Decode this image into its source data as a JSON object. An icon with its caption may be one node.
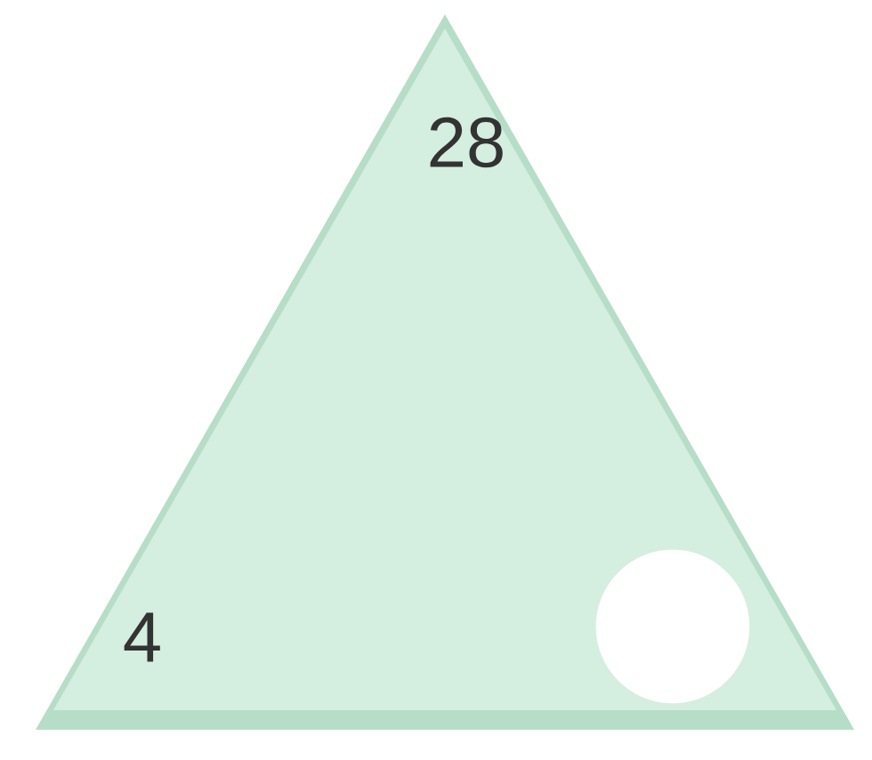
{
  "diagram": {
    "nodes": [
      {
        "text": [
          "28",
          "4"
        ]
      },
      {
        "text": [],
        "shape": "circle",
        "in": 0
      }
    ]
  }
}
